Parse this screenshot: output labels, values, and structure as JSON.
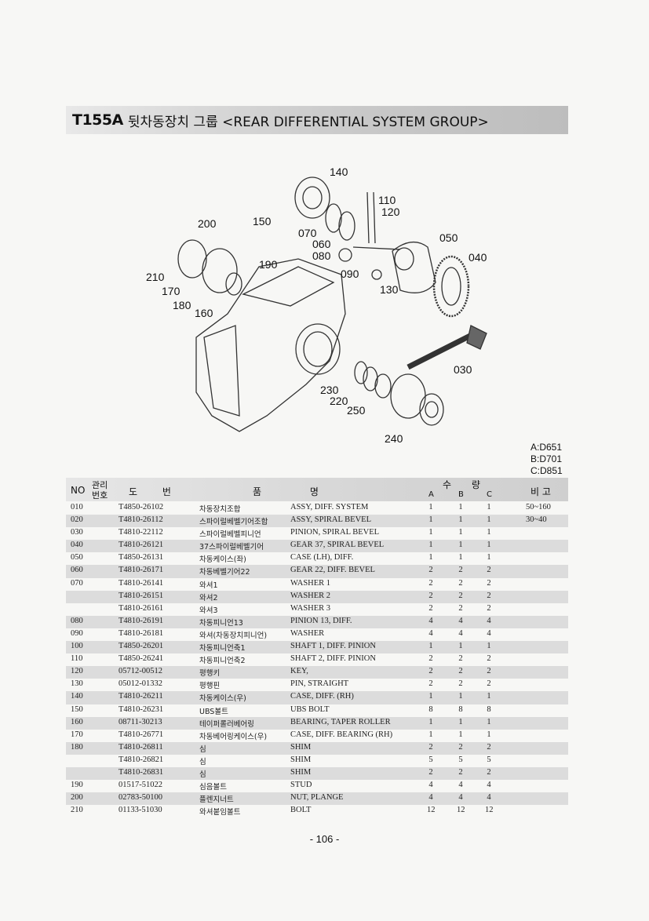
{
  "title": {
    "code": "T155A",
    "text": "뒷차동장치 그룹 <REAR DIFFERENTIAL SYSTEM GROUP>"
  },
  "diagram": {
    "callouts": [
      "140",
      "150",
      "110",
      "120",
      "200",
      "070",
      "060",
      "050",
      "080",
      "040",
      "190",
      "210",
      "090",
      "170",
      "130",
      "180",
      "160",
      "030",
      "230",
      "220",
      "250",
      "240"
    ]
  },
  "models": [
    "A:D651",
    "B:D701",
    "C:D851"
  ],
  "table": {
    "headers": {
      "no": "NO",
      "mgmt": "관리 번호",
      "mgmt_top": "관리",
      "mgmt_bottom": "번호",
      "part": "도 번",
      "name": "품 명",
      "qty": "수 량",
      "a": "A",
      "b": "B",
      "c": "C",
      "note": "비 고"
    },
    "rows": [
      {
        "no": "010",
        "part": "T4850-26102",
        "kr": "차동장치조합",
        "en": "ASSY, DIFF. SYSTEM",
        "a": "1",
        "b": "1",
        "c": "1",
        "note": "50~160"
      },
      {
        "no": "020",
        "part": "T4810-26112",
        "kr": "스파이럴베벨기어조합",
        "en": "ASSY, SPIRAL BEVEL",
        "a": "1",
        "b": "1",
        "c": "1",
        "note": "30~40"
      },
      {
        "no": "030",
        "part": "T4810-22112",
        "kr": "스파이럴베벨피니언",
        "en": "PINION, SPIRAL BEVEL",
        "a": "1",
        "b": "1",
        "c": "1",
        "note": ""
      },
      {
        "no": "040",
        "part": "T4810-26121",
        "kr": "37스파이럴베벨기어",
        "en": "GEAR 37, SPIRAL BEVEL",
        "a": "1",
        "b": "1",
        "c": "1",
        "note": ""
      },
      {
        "no": "050",
        "part": "T4850-26131",
        "kr": "차동케이스(좌)",
        "en": "CASE (LH), DIFF.",
        "a": "1",
        "b": "1",
        "c": "1",
        "note": ""
      },
      {
        "no": "060",
        "part": "T4810-26171",
        "kr": "차동베벨기어22",
        "en": "GEAR 22, DIFF. BEVEL",
        "a": "2",
        "b": "2",
        "c": "2",
        "note": ""
      },
      {
        "no": "070",
        "part": "T4810-26141",
        "kr": "와셔1",
        "en": "WASHER 1",
        "a": "2",
        "b": "2",
        "c": "2",
        "note": ""
      },
      {
        "no": "",
        "part": "T4810-26151",
        "kr": "와셔2",
        "en": "WASHER 2",
        "a": "2",
        "b": "2",
        "c": "2",
        "note": ""
      },
      {
        "no": "",
        "part": "T4810-26161",
        "kr": "와셔3",
        "en": "WASHER 3",
        "a": "2",
        "b": "2",
        "c": "2",
        "note": ""
      },
      {
        "no": "080",
        "part": "T4810-26191",
        "kr": "차동피니언13",
        "en": "PINION 13, DIFF.",
        "a": "4",
        "b": "4",
        "c": "4",
        "note": ""
      },
      {
        "no": "090",
        "part": "T4810-26181",
        "kr": "와셔(차동장치피니언)",
        "en": "WASHER",
        "a": "4",
        "b": "4",
        "c": "4",
        "note": ""
      },
      {
        "no": "100",
        "part": "T4850-26201",
        "kr": "차동피니언축1",
        "en": "SHAFT 1, DIFF. PINION",
        "a": "1",
        "b": "1",
        "c": "1",
        "note": ""
      },
      {
        "no": "110",
        "part": "T4850-26241",
        "kr": "차동피니언축2",
        "en": "SHAFT 2, DIFF. PINION",
        "a": "2",
        "b": "2",
        "c": "2",
        "note": ""
      },
      {
        "no": "120",
        "part": "05712-00512",
        "kr": "평행키",
        "en": "KEY,",
        "a": "2",
        "b": "2",
        "c": "2",
        "note": ""
      },
      {
        "no": "130",
        "part": "05012-01332",
        "kr": "평행핀",
        "en": "PIN, STRAIGHT",
        "a": "2",
        "b": "2",
        "c": "2",
        "note": ""
      },
      {
        "no": "140",
        "part": "T4810-26211",
        "kr": "차동케이스(우)",
        "en": "CASE, DIFF. (RH)",
        "a": "1",
        "b": "1",
        "c": "1",
        "note": ""
      },
      {
        "no": "150",
        "part": "T4810-26231",
        "kr": "UBS볼트",
        "en": "UBS BOLT",
        "a": "8",
        "b": "8",
        "c": "8",
        "note": ""
      },
      {
        "no": "160",
        "part": "08711-30213",
        "kr": "테이퍼롤러베어링",
        "en": "BEARING, TAPER ROLLER",
        "a": "1",
        "b": "1",
        "c": "1",
        "note": ""
      },
      {
        "no": "170",
        "part": "T4810-26771",
        "kr": "차동베어링케이스(우)",
        "en": "CASE, DIFF. BEARING (RH)",
        "a": "1",
        "b": "1",
        "c": "1",
        "note": ""
      },
      {
        "no": "180",
        "part": "T4810-26811",
        "kr": "심",
        "en": "SHIM",
        "a": "2",
        "b": "2",
        "c": "2",
        "note": ""
      },
      {
        "no": "",
        "part": "T4810-26821",
        "kr": "심",
        "en": "SHIM",
        "a": "5",
        "b": "5",
        "c": "5",
        "note": ""
      },
      {
        "no": "",
        "part": "T4810-26831",
        "kr": "심",
        "en": "SHIM",
        "a": "2",
        "b": "2",
        "c": "2",
        "note": ""
      },
      {
        "no": "190",
        "part": "01517-51022",
        "kr": "심음볼트",
        "en": "STUD",
        "a": "4",
        "b": "4",
        "c": "4",
        "note": ""
      },
      {
        "no": "200",
        "part": "02783-50100",
        "kr": "플렌지너트",
        "en": "NUT, PLANGE",
        "a": "4",
        "b": "4",
        "c": "4",
        "note": ""
      },
      {
        "no": "210",
        "part": "01133-51030",
        "kr": "와셔붙임볼트",
        "en": "BOLT",
        "a": "12",
        "b": "12",
        "c": "12",
        "note": ""
      }
    ]
  },
  "page_number": "- 106 -"
}
